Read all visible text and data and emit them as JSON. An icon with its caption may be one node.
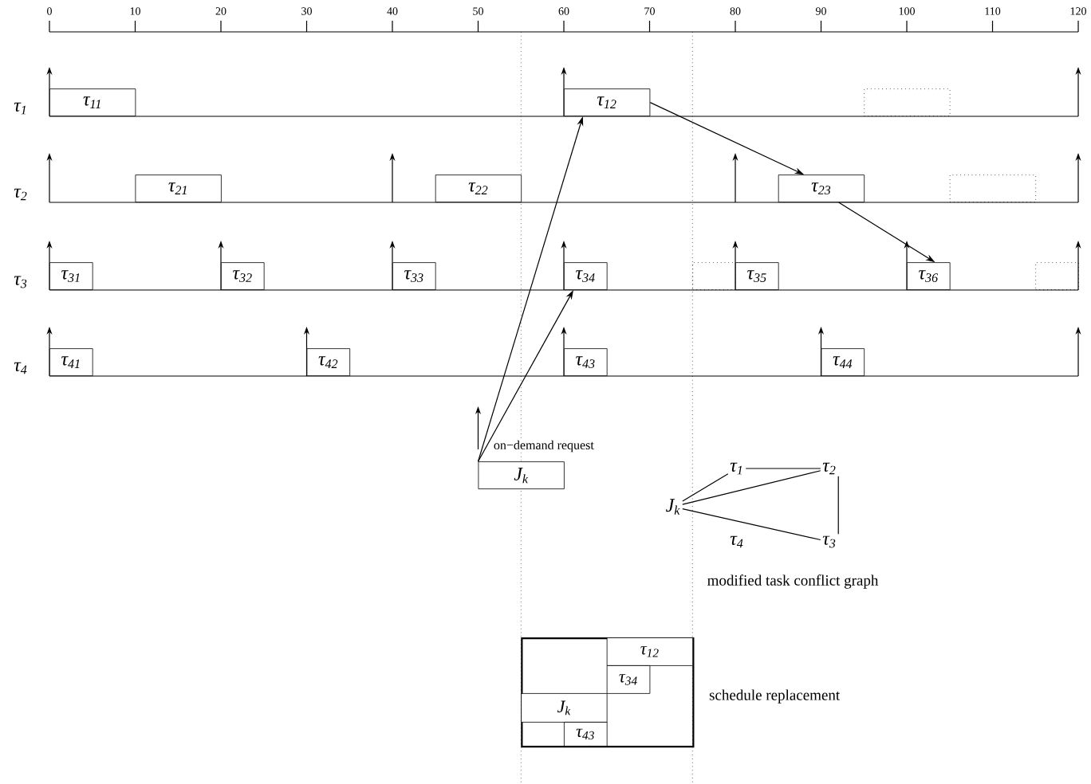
{
  "diagram": {
    "nodes": [
      {
        "text": [
          "τ$_{11}$"
        ]
      },
      {
        "text": [
          "τ$_{12}$"
        ]
      },
      {
        "text": [],
        "shape": "box"
      },
      {
        "text": [
          "τ$_{21}$"
        ]
      },
      {
        "text": [
          "τ$_{22}$"
        ]
      },
      {
        "text": [
          "τ$_{23}$"
        ]
      },
      {
        "text": [],
        "shape": "box"
      },
      {
        "text": [
          "τ$_{31}$"
        ]
      },
      {
        "text": [
          "τ$_{32}$"
        ]
      },
      {
        "text": [
          "τ$_{33}$"
        ]
      },
      {
        "text": [
          "τ$_{34}$"
        ]
      },
      {
        "text": [],
        "shape": "box"
      },
      {
        "text": [
          "τ$_{35}$"
        ]
      },
      {
        "text": [
          "τ$_{36}$"
        ]
      },
      {
        "text": [],
        "shape": "box"
      },
      {
        "text": [
          "τ$_{41}$"
        ]
      },
      {
        "text": [
          "τ$_{42}$"
        ]
      },
      {
        "text": [
          "τ$_{43}$"
        ]
      },
      {
        "text": [
          "τ$_{44}$"
        ]
      },
      {
        "text": [
          "J$_{k}$"
        ],
        "beside": [
          "on−demand request"
        ]
      },
      {
        "text": [
          "J$_{k}$"
        ]
      },
      {
        "text": [
          "τ$_{1}$"
        ]
      },
      {
        "text": [
          "τ$_{2}$"
        ]
      },
      {
        "text": [
          "τ$_{3}$"
        ]
      },
      {
        "text": [],
        "shape": "box",
        "beside": [
          "schedule replacement"
        ]
      },
      {
        "text": [
          "τ$_{12}$"
        ],
        "in": 24
      },
      {
        "text": [
          "τ$_{34}$"
        ],
        "in": 24
      },
      {
        "text": [
          "J$_{k}$"
        ],
        "in": 24
      },
      {
        "text": [
          "τ$_{43}$"
        ],
        "in": 24
      }
    ],
    "edges": [
      {
        "from": 19,
        "to": 1,
        "arrow": "to"
      },
      {
        "from": 19,
        "to": 10,
        "arrow": "to"
      },
      {
        "from": 1,
        "to": 5,
        "arrow": "to"
      },
      {
        "from": 5,
        "to": 13,
        "arrow": "to"
      },
      {
        "from": 20,
        "to": 21,
        "arrow": "none"
      },
      {
        "from": 20,
        "to": 22,
        "arrow": "none"
      },
      {
        "from": 20,
        "to": 23,
        "arrow": "none"
      },
      {
        "from": 21,
        "to": 22,
        "arrow": "none"
      },
      {
        "from": 22,
        "to": 23,
        "arrow": "none"
      }
    ],
    "labels": [
      "0",
      "10",
      "20",
      "30",
      "40",
      "50",
      "60",
      "70",
      "80",
      "90",
      "100",
      "110",
      "120",
      "τ$_{1}$",
      "τ$_{2}$",
      "τ$_{3}$",
      "τ$_{4}$",
      "τ$_{4}$",
      "modified task conflict graph"
    ]
  }
}
